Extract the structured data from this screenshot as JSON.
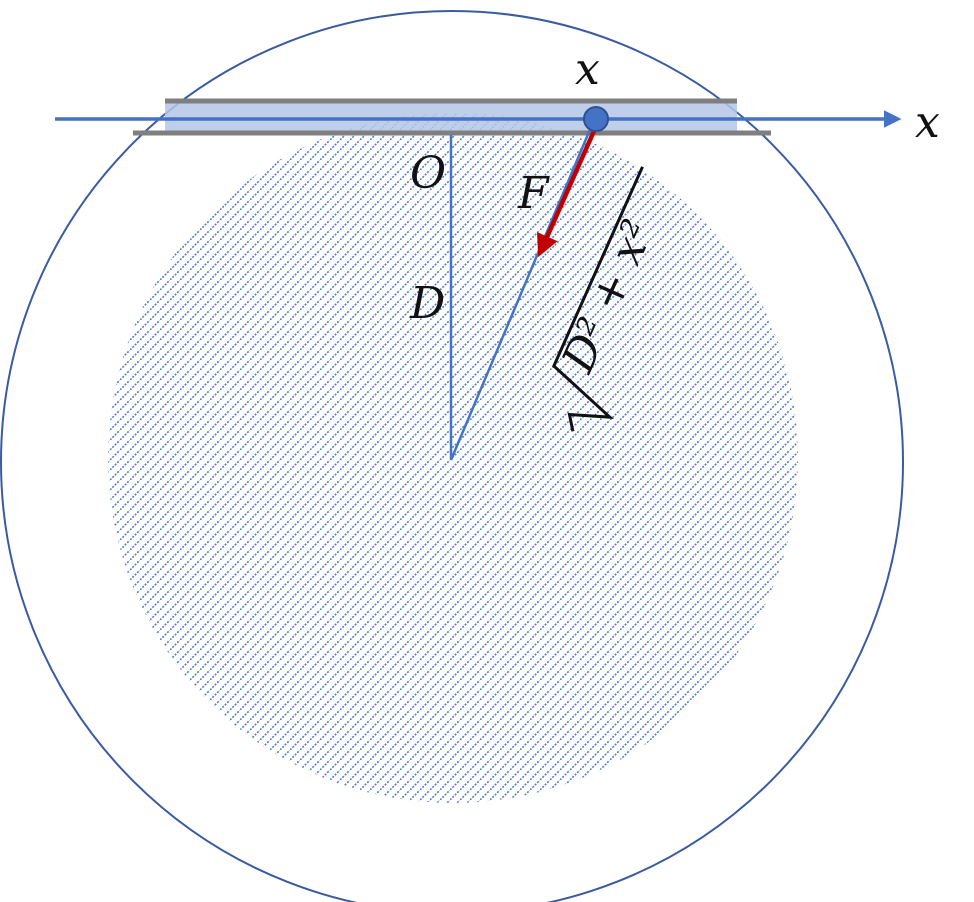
{
  "labels": {
    "axis": "x",
    "particle": "x",
    "origin": "O",
    "depth": "D",
    "force": "F",
    "distance_radicand": "D² + x²"
  },
  "colors": {
    "planet_outline": "#3a5ba0",
    "core_pattern": "#3d6ec9",
    "axis_line": "#4472c4",
    "tunnel_fill": "#b4c7e7",
    "tunnel_walls": "#7f7f7f",
    "force_arrow": "#c00000",
    "particle": "#4472c4"
  }
}
